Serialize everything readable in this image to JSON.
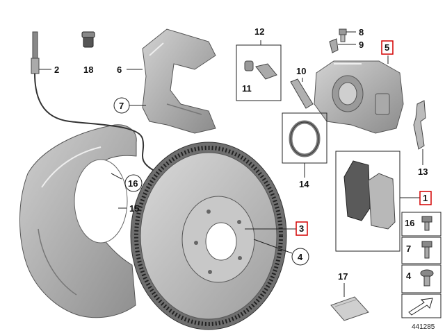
{
  "diagram": {
    "labels": {
      "p1": "1",
      "p2": "2",
      "p3": "3",
      "p4": "4",
      "p5": "5",
      "p6": "6",
      "p7": "7",
      "p8": "8",
      "p9": "9",
      "p10": "10",
      "p11": "11",
      "p12": "12",
      "p13": "13",
      "p14": "14",
      "p15": "15",
      "p16": "16",
      "p17": "17",
      "p18": "18"
    },
    "legend": {
      "fastener_16": "16",
      "fastener_7": "7",
      "fastener_4": "4"
    },
    "diagram_number": "441285",
    "colors": {
      "highlight": "#d40000",
      "part_fill": "#bdbdbd",
      "part_dark": "#8a8a8a",
      "line": "#222222"
    }
  }
}
